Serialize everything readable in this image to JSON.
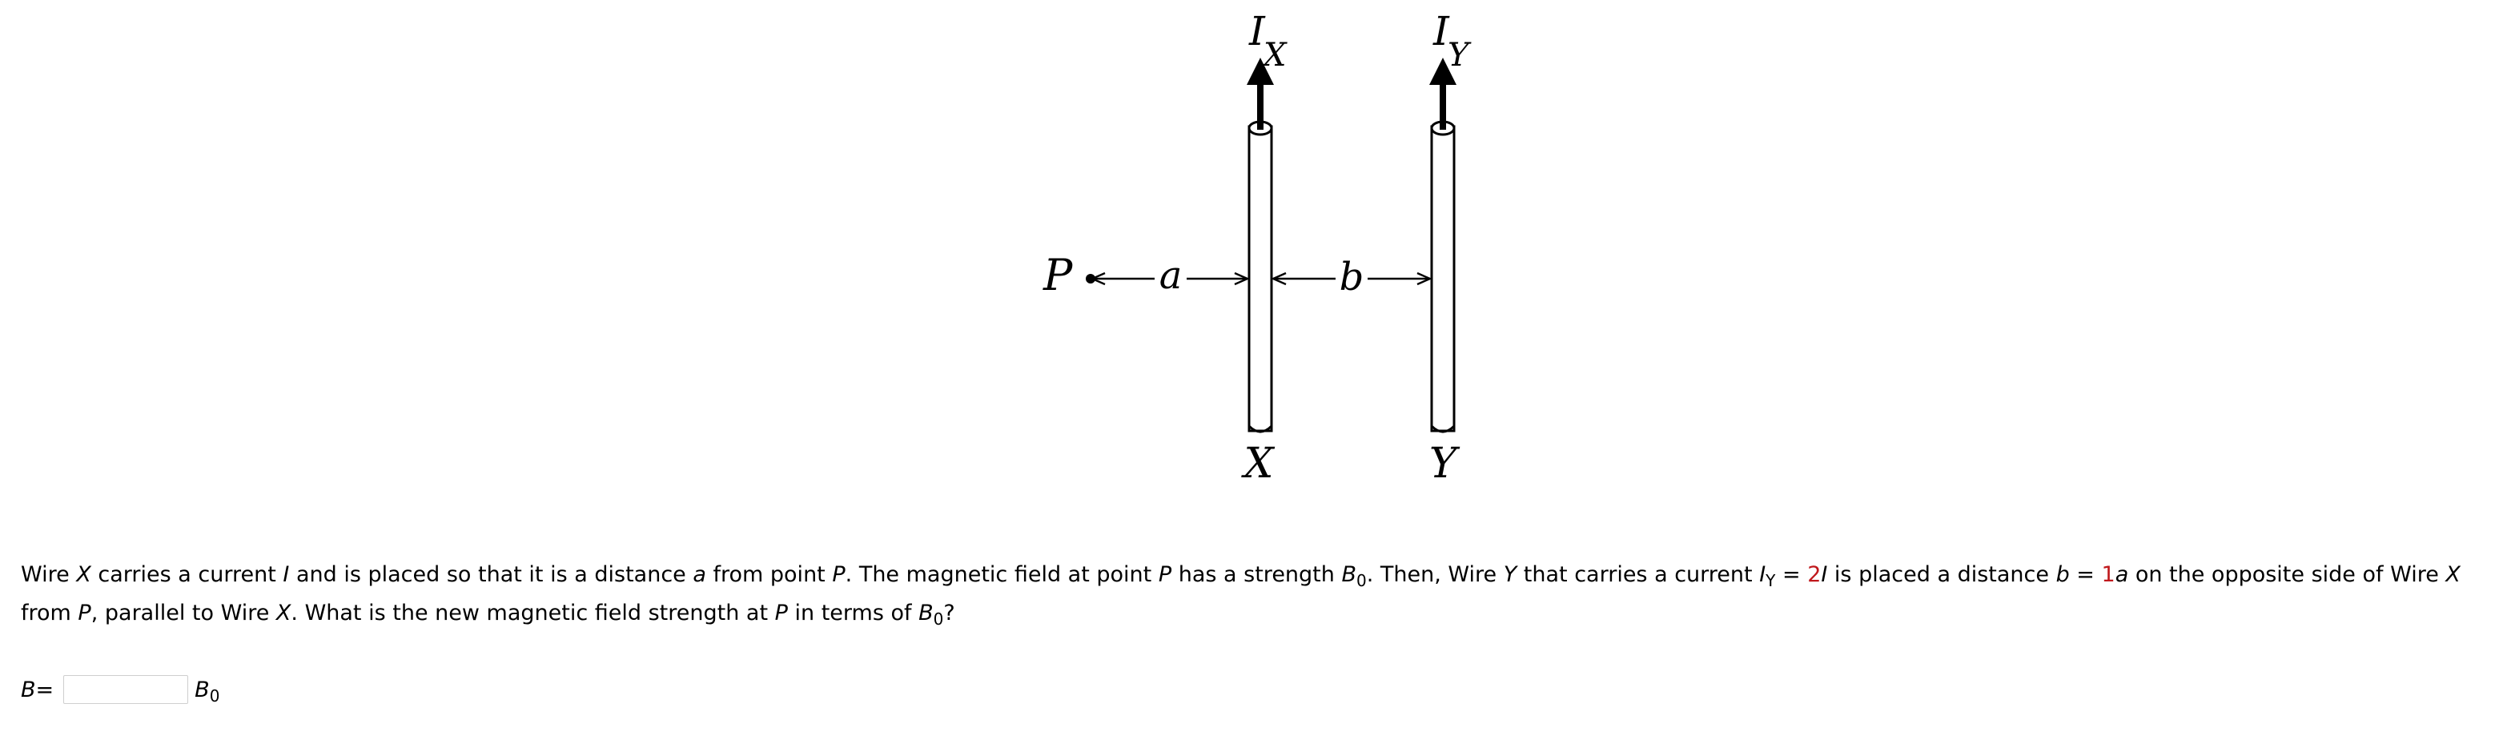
{
  "diagram": {
    "point_label": "P",
    "distance_a_label": "a",
    "distance_b_label": "b",
    "wire_x_label": "X",
    "wire_y_label": "Y",
    "current_x_main": "I",
    "current_x_sub": "X",
    "current_y_main": "I",
    "current_y_sub": "Y"
  },
  "problem": {
    "s1": "Wire ",
    "wire_x": "X",
    "s2": " carries a current ",
    "current": "I",
    "s3": " and is placed so that it is a distance ",
    "a": "a",
    "s4": " from point ",
    "p": "P",
    "s5": ". The magnetic field at point ",
    "p2": "P",
    "s6": " has a strength ",
    "b0": "B",
    "b0_sub": "0",
    "s7": ". Then, Wire ",
    "wire_y": "Y",
    "s8": " that carries a current ",
    "iy": "I",
    "iy_sub": "Y",
    "s9": " = ",
    "factor_current": "2",
    "i2": "I",
    "s10": " is placed a distance ",
    "b": "b",
    "s11": " = ",
    "factor_distance": "1",
    "a2": "a",
    "s12": " on the opposite side of Wire ",
    "wire_x2": "X",
    "s13": " from ",
    "p3": "P",
    "s14": ", parallel to Wire ",
    "wire_x3": "X",
    "s15": ". What is the new magnetic field strength at ",
    "p4": "P",
    "s16": " in terms of ",
    "b0_2": "B",
    "b0_2_sub": "0",
    "s17": "?"
  },
  "answer": {
    "label": "B",
    "equals": " =",
    "value": "",
    "unit": "B",
    "unit_sub": "0"
  },
  "colors": {
    "highlight": "#c0181c"
  }
}
